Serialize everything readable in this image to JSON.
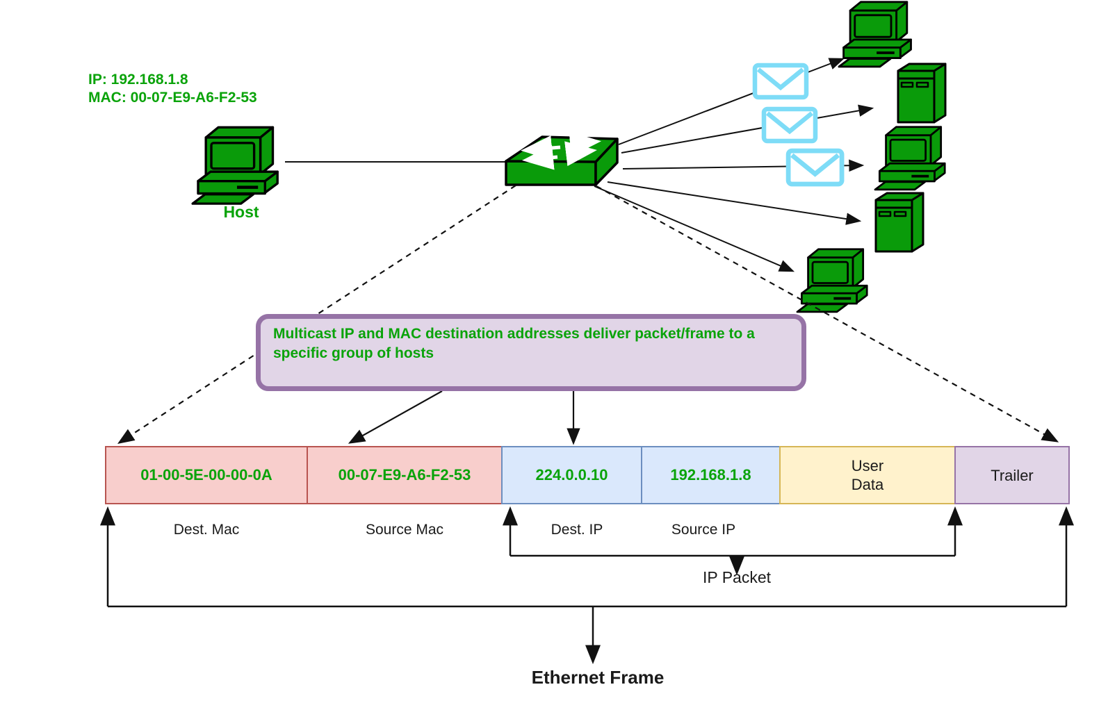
{
  "host": {
    "ip": "IP: 192.168.1.8",
    "mac": "MAC: 00-07-E9-A6-F2-53",
    "label": "Host"
  },
  "note": {
    "text": "Multicast IP and MAC destination addresses deliver packet/frame to a specific group of hosts"
  },
  "frame": {
    "fields": [
      {
        "value": "01-00-5E-00-00-0A",
        "label": "Dest. Mac"
      },
      {
        "value": "00-07-E9-A6-F2-53",
        "label": "Source Mac"
      },
      {
        "value": "224.0.0.10",
        "label": "Dest. IP"
      },
      {
        "value": "192.168.1.8",
        "label": "Source IP"
      },
      {
        "value": "User Data",
        "label": ""
      },
      {
        "value": "Trailer",
        "label": ""
      }
    ],
    "brackets": {
      "ip_packet": "IP Packet",
      "ethernet_frame": "Ethernet Frame"
    }
  },
  "icons": [
    "host-pc-icon",
    "switch-icon",
    "envelope-icon",
    "envelope-icon",
    "envelope-icon",
    "desktop-pc-icon",
    "server-icon",
    "desktop-pc-icon",
    "server-icon",
    "desktop-pc-icon"
  ],
  "colors": {
    "icon_green": "#0a9b0a",
    "text_green": "#0aa30a",
    "envelope_blue": "#7edcf7",
    "mac_cell_fill": "#F8CECC",
    "mac_cell_stroke": "#B85450",
    "ip_cell_fill": "#DAE8FC",
    "ip_cell_stroke": "#6C8EBF",
    "user_data_fill": "#FFF2CC",
    "user_data_stroke": "#D6B656",
    "trailer_fill": "#E1D5E7",
    "trailer_stroke": "#9673A6",
    "note_fill": "#E1D5E7",
    "note_border": "#9673A6",
    "line_color": "#111111"
  }
}
